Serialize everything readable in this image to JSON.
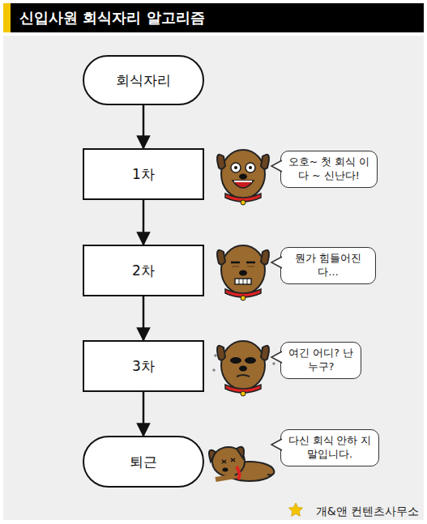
{
  "diagram": {
    "title": "신입사원 회식자리 알고리즘",
    "nodes": [
      {
        "text": [
          "회식자리"
        ]
      },
      {
        "text": [
          "1차"
        ]
      },
      {
        "text": [
          "오호~ 첫 회식 이다 ~ 신난다!"
        ]
      },
      {
        "text": [
          "2차"
        ]
      },
      {
        "text": [
          "뭔가 힘들어진 다…"
        ]
      },
      {
        "text": [
          "3차"
        ]
      },
      {
        "text": [
          "여긴 어디? 난 누구?"
        ]
      },
      {
        "text": [
          "퇴근"
        ]
      },
      {
        "text": [
          "다신 회식 안하 지 말입니다."
        ]
      }
    ],
    "edges": [
      {
        "from": 0,
        "to": 1,
        "arrow": "to"
      },
      {
        "from": 1,
        "to": 3,
        "arrow": "to"
      },
      {
        "from": 3,
        "to": 5,
        "arrow": "to"
      },
      {
        "from": 5,
        "to": 7,
        "arrow": "to"
      }
    ],
    "labels": [
      "개&앤 컨텐츠사무소"
    ]
  }
}
